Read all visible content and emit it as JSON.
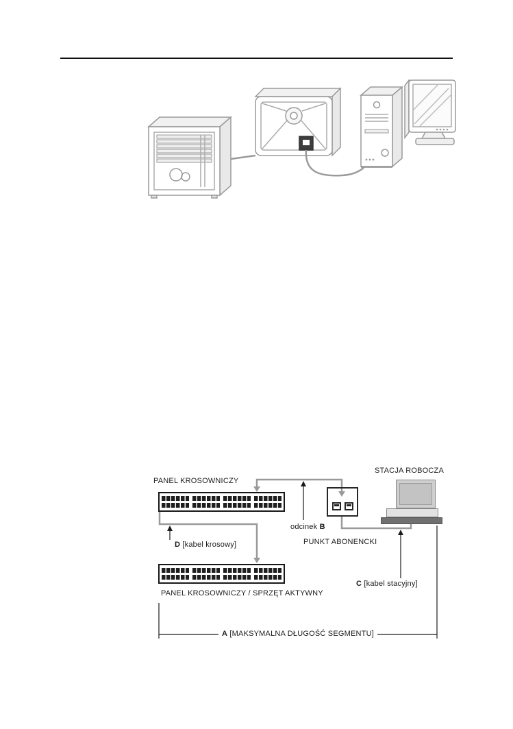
{
  "page": {
    "background": "#ffffff",
    "header_rule_color": "#111111"
  },
  "figure_top": {
    "icons": [
      "network-cabinet",
      "wall-outlet-box",
      "pc-tower",
      "crt-monitor",
      "connection-cable"
    ]
  },
  "diagram": {
    "labels": {
      "workstation": "STACJA ROBOCZA",
      "patch_panel_top": "PANEL KROSOWNICZY",
      "segment_b_prefix": "odcinek ",
      "segment_b_bold": "B",
      "subscriber_point": "PUNKT ABONENCKI",
      "patch_cable_bold": "D",
      "patch_cable_rest": " [kabel krosowy]",
      "patch_panel_bottom": "PANEL KROSOWNICZY / SPRZĘT AKTYWNY",
      "station_cable_bold": "C",
      "station_cable_rest": " [kabel stacyjny]",
      "segment_a_bold": "A",
      "segment_a_rest": " [MAKSYMALNA DŁUGOŚĆ SEGMENTU]"
    },
    "colors": {
      "cable": "#9a9a9a",
      "line": "#1b1b1b",
      "panel_port": "#1f1f1f"
    },
    "icons": [
      "patch-panel",
      "patch-panel",
      "subscriber-point-box",
      "rj45-jack",
      "rj45-jack",
      "workstation"
    ]
  }
}
